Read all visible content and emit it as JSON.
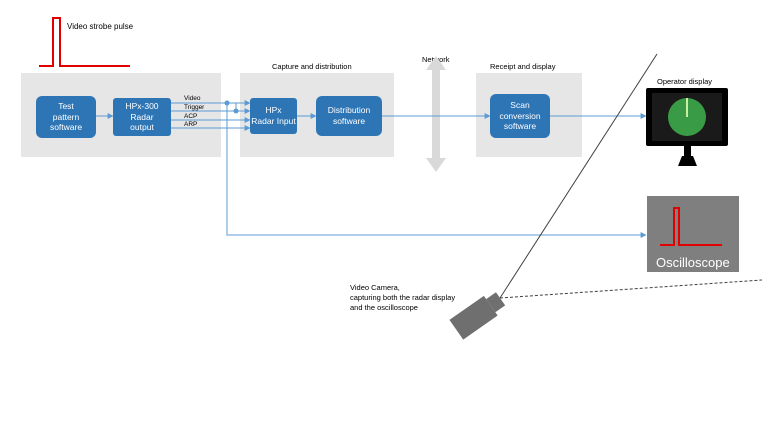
{
  "pulse_label": "Video strobe pulse",
  "panels": {
    "capture_title": "Capture and distribution",
    "network_title": "Network",
    "receipt_title": "Receipt and display"
  },
  "boxes": {
    "test_pattern": "Test\npattern\nsoftware",
    "hpx300": "HPx-300\nRadar\noutput",
    "hpx_input": "HPx\nRadar Input",
    "distribution": "Distribution\nsoftware",
    "scan_conversion": "Scan\nconversion\nsoftware"
  },
  "signals": [
    "Video",
    "Trigger",
    "ACP",
    "ARP"
  ],
  "operator_display_label": "Operator display",
  "oscilloscope_label": "Oscilloscope",
  "camera_caption": "Video Camera,\ncapturing both the radar display\n and the oscilloscope",
  "colors": {
    "box_blue": "#2e75b6",
    "panel_gray": "#e6e6e6",
    "line_blue": "#5b9bd5",
    "pulse_red": "#e00000",
    "radar_green": "#3a9b47",
    "osc_gray": "#7f7f7f",
    "camera_gray": "#6f6f6f"
  }
}
